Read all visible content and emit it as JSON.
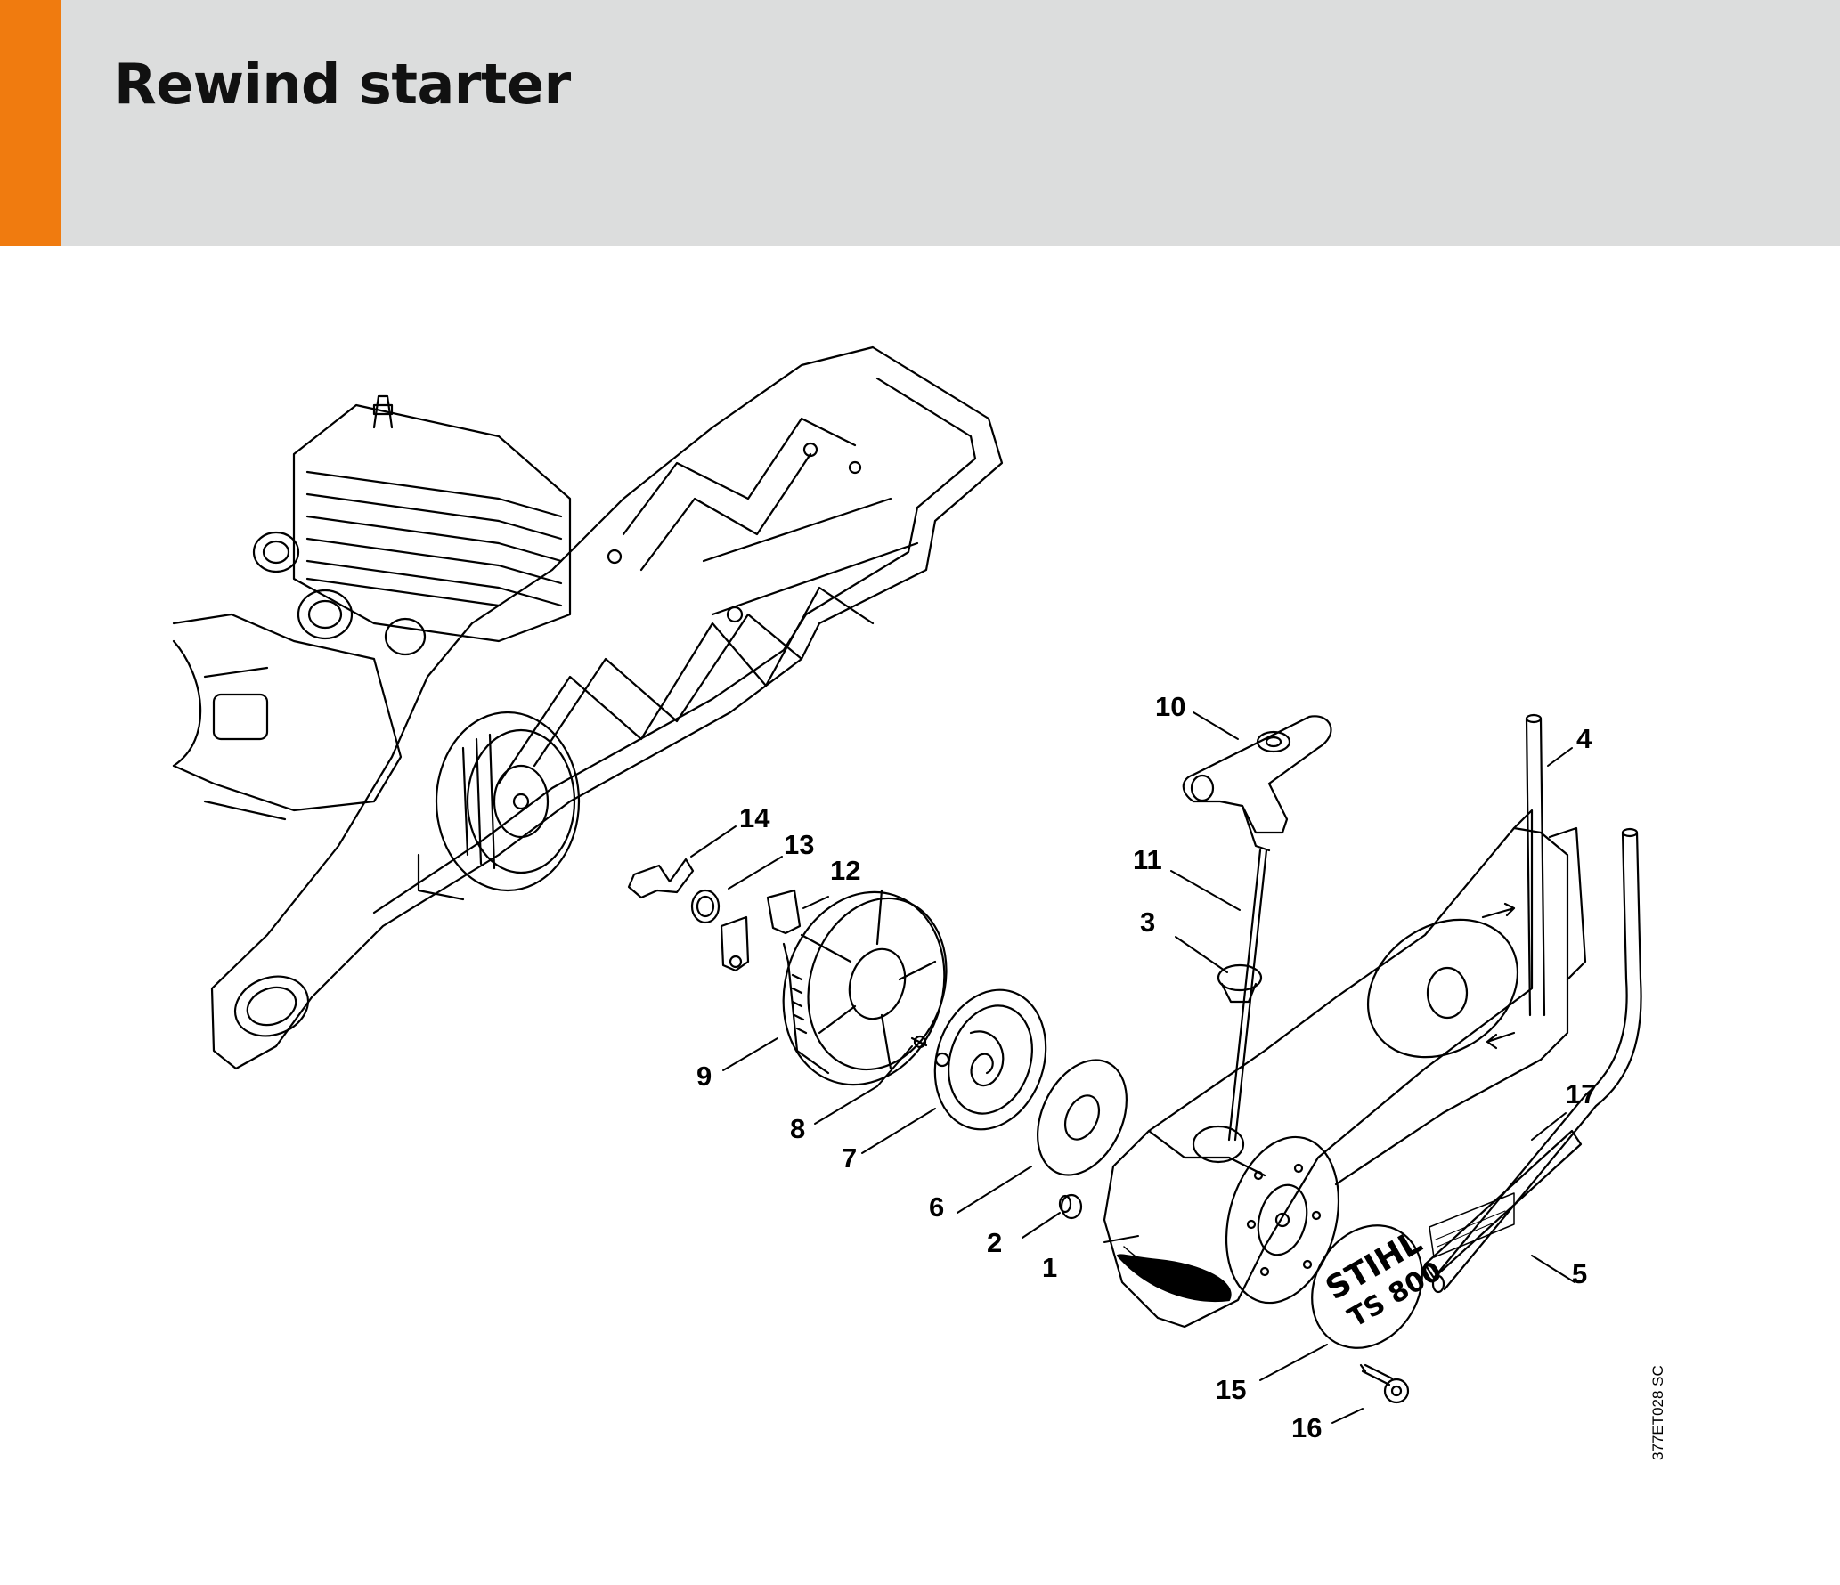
{
  "page": {
    "title": "Rewind starter",
    "figure_code": "377ET028 SC",
    "accent_color": "#f07b0f",
    "header_color": "#dcdddd"
  },
  "cover_logo": {
    "brand": "STIHL",
    "model": "TS 800"
  },
  "callouts": [
    {
      "id": "1",
      "label": "1",
      "part": "starter-cover"
    },
    {
      "id": "2",
      "label": "2",
      "part": "spacer-sleeve"
    },
    {
      "id": "3",
      "label": "3",
      "part": "rope-guide-bush"
    },
    {
      "id": "4",
      "label": "4",
      "part": "tube-upper"
    },
    {
      "id": "5",
      "label": "5",
      "part": "tube-lower"
    },
    {
      "id": "6",
      "label": "6",
      "part": "washer"
    },
    {
      "id": "7",
      "label": "7",
      "part": "rewind-spring-housing"
    },
    {
      "id": "8",
      "label": "8",
      "part": "screw-small"
    },
    {
      "id": "9",
      "label": "9",
      "part": "rope-rotor"
    },
    {
      "id": "10",
      "label": "10",
      "part": "starter-grip"
    },
    {
      "id": "11",
      "label": "11",
      "part": "starter-rope"
    },
    {
      "id": "12",
      "label": "12",
      "part": "pawl-a"
    },
    {
      "id": "13",
      "label": "13",
      "part": "washer-small"
    },
    {
      "id": "14",
      "label": "14",
      "part": "spring-clip"
    },
    {
      "id": "15",
      "label": "15",
      "part": "logo-plate"
    },
    {
      "id": "16",
      "label": "16",
      "part": "screw"
    },
    {
      "id": "17",
      "label": "17",
      "part": "label-sticker"
    }
  ]
}
